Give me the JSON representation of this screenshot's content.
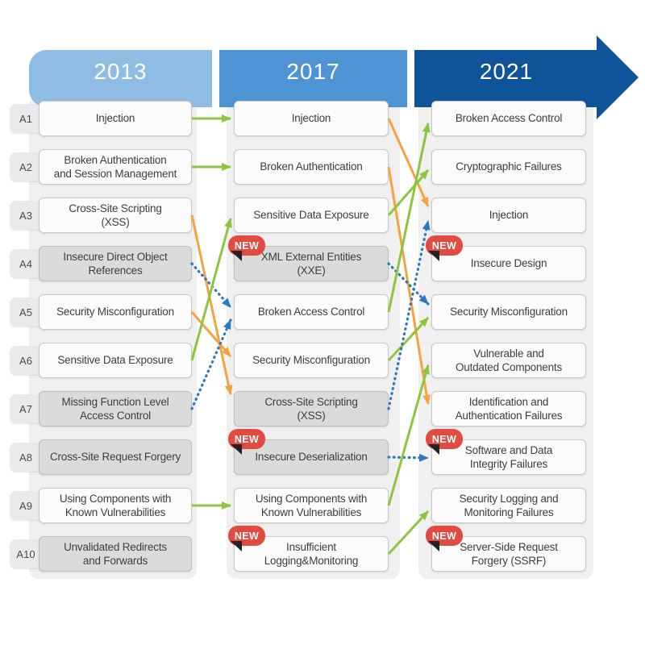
{
  "years": [
    "2013",
    "2017",
    "2021"
  ],
  "badge_label": "NEW",
  "colors": {
    "band_2013": "#8FBCE2",
    "band_2017": "#4E93D3",
    "band_2021": "#0F5499",
    "arrow_green": "#8CC63E",
    "arrow_orange": "#F5A243",
    "arrow_blue": "#2E79BE",
    "badge_red": "#E14B41",
    "box_white": "#FBFBFB",
    "box_gray": "#DBDBDB"
  },
  "columns": [
    {
      "year": "2013",
      "items": [
        {
          "id": "A1",
          "label": "Injection",
          "dropped": false,
          "new": false
        },
        {
          "id": "A2",
          "label": "Broken Authentication\nand Session Management",
          "dropped": false,
          "new": false
        },
        {
          "id": "A3",
          "label": "Cross-Site Scripting\n(XSS)",
          "dropped": false,
          "new": false
        },
        {
          "id": "A4",
          "label": "Insecure Direct Object\nReferences",
          "dropped": true,
          "new": false
        },
        {
          "id": "A5",
          "label": "Security Misconfiguration",
          "dropped": false,
          "new": false
        },
        {
          "id": "A6",
          "label": "Sensitive Data Exposure",
          "dropped": false,
          "new": false
        },
        {
          "id": "A7",
          "label": "Missing Function Level\nAccess Control",
          "dropped": true,
          "new": false
        },
        {
          "id": "A8",
          "label": "Cross-Site Request Forgery",
          "dropped": true,
          "new": false
        },
        {
          "id": "A9",
          "label": "Using Components with\nKnown Vulnerabilities",
          "dropped": false,
          "new": false
        },
        {
          "id": "A10",
          "label": "Unvalidated Redirects\nand Forwards",
          "dropped": true,
          "new": false
        }
      ]
    },
    {
      "year": "2017",
      "items": [
        {
          "label": "Injection",
          "dropped": false,
          "new": false
        },
        {
          "label": "Broken Authentication",
          "dropped": false,
          "new": false
        },
        {
          "label": "Sensitive Data Exposure",
          "dropped": false,
          "new": false
        },
        {
          "label": "XML External Entities\n(XXE)",
          "dropped": true,
          "new": true
        },
        {
          "label": "Broken Access Control",
          "dropped": false,
          "new": false
        },
        {
          "label": "Security Misconfiguration",
          "dropped": false,
          "new": false
        },
        {
          "label": "Cross-Site Scripting\n(XSS)",
          "dropped": true,
          "new": false
        },
        {
          "label": "Insecure Deserialization",
          "dropped": true,
          "new": true
        },
        {
          "label": "Using Components with\nKnown Vulnerabilities",
          "dropped": false,
          "new": false
        },
        {
          "label": "Insufficient\nLogging&Monitoring",
          "dropped": false,
          "new": true
        }
      ]
    },
    {
      "year": "2021",
      "items": [
        {
          "label": "Broken Access Control",
          "dropped": false,
          "new": false
        },
        {
          "label": "Cryptographic Failures",
          "dropped": false,
          "new": false
        },
        {
          "label": "Injection",
          "dropped": false,
          "new": false
        },
        {
          "label": "Insecure Design",
          "dropped": false,
          "new": true
        },
        {
          "label": "Security Misconfiguration",
          "dropped": false,
          "new": false
        },
        {
          "label": "Vulnerable and\nOutdated Components",
          "dropped": false,
          "new": false
        },
        {
          "label": "Identification and\nAuthentication Failures",
          "dropped": false,
          "new": false
        },
        {
          "label": "Software and Data\nIntegrity Failures",
          "dropped": false,
          "new": true
        },
        {
          "label": "Security Logging and\nMonitoring Failures",
          "dropped": false,
          "new": false
        },
        {
          "label": "Server-Side Request\nForgery (SSRF)",
          "dropped": false,
          "new": true
        }
      ]
    }
  ],
  "arrows": [
    {
      "from": [
        1,
        1
      ],
      "to": [
        2,
        1
      ],
      "color": "green",
      "dotted": false,
      "dy2": 0
    },
    {
      "from": [
        1,
        2
      ],
      "to": [
        2,
        2
      ],
      "color": "green",
      "dotted": false,
      "dy2": 0
    },
    {
      "from": [
        1,
        3
      ],
      "to": [
        2,
        7
      ],
      "color": "orange",
      "dotted": false,
      "dy2": -18
    },
    {
      "from": [
        1,
        4
      ],
      "to": [
        2,
        5
      ],
      "color": "blue",
      "dotted": true,
      "dy2": -6
    },
    {
      "from": [
        1,
        5
      ],
      "to": [
        2,
        6
      ],
      "color": "orange",
      "dotted": false,
      "dy2": -5
    },
    {
      "from": [
        1,
        6
      ],
      "to": [
        2,
        3
      ],
      "color": "green",
      "dotted": false,
      "dy2": 4
    },
    {
      "from": [
        1,
        7
      ],
      "to": [
        2,
        5
      ],
      "color": "blue",
      "dotted": true,
      "dy2": 10
    },
    {
      "from": [
        1,
        9
      ],
      "to": [
        2,
        9
      ],
      "color": "green",
      "dotted": false,
      "dy2": 0
    },
    {
      "from": [
        2,
        1
      ],
      "to": [
        3,
        3
      ],
      "color": "orange",
      "dotted": false,
      "dy2": -11
    },
    {
      "from": [
        2,
        2
      ],
      "to": [
        3,
        7
      ],
      "color": "orange",
      "dotted": false,
      "dy2": -6
    },
    {
      "from": [
        2,
        3
      ],
      "to": [
        3,
        2
      ],
      "color": "green",
      "dotted": false,
      "dy2": 4
    },
    {
      "from": [
        2,
        4
      ],
      "to": [
        3,
        5
      ],
      "color": "blue",
      "dotted": true,
      "dy2": -10
    },
    {
      "from": [
        2,
        5
      ],
      "to": [
        3,
        1
      ],
      "color": "green",
      "dotted": false,
      "dy2": 6
    },
    {
      "from": [
        2,
        6
      ],
      "to": [
        3,
        5
      ],
      "color": "green",
      "dotted": false,
      "dy2": 7
    },
    {
      "from": [
        2,
        7
      ],
      "to": [
        3,
        3
      ],
      "color": "blue",
      "dotted": true,
      "dy2": 7
    },
    {
      "from": [
        2,
        8
      ],
      "to": [
        3,
        8
      ],
      "color": "blue",
      "dotted": true,
      "dy2": 1
    },
    {
      "from": [
        2,
        9
      ],
      "to": [
        3,
        6
      ],
      "color": "green",
      "dotted": false,
      "dy2": 6
    },
    {
      "from": [
        2,
        10
      ],
      "to": [
        3,
        9
      ],
      "color": "green",
      "dotted": false,
      "dy2": 7
    }
  ]
}
